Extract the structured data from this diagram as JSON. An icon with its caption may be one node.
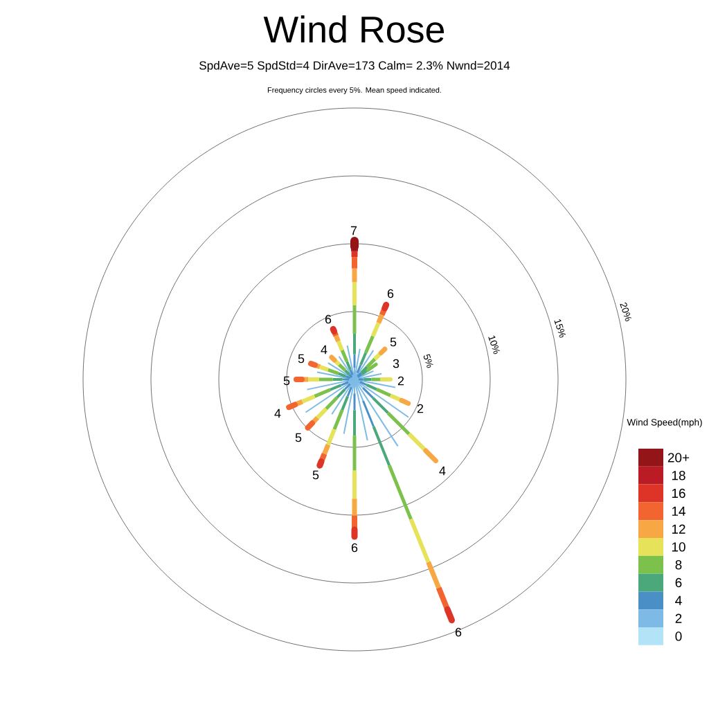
{
  "diagram": {
    "title": "Wind Rose",
    "labels": [
      "SpdAve=5  SpdStd=4  DirAve=173   Calm= 2.3%  Nwnd=2014",
      "Frequency circles every 5%. Mean speed indicated.",
      "7",
      "6",
      "6",
      "20%",
      "15%",
      "5",
      "10%",
      "4",
      "5",
      "3",
      "5%",
      "5",
      "2",
      "4",
      "2",
      "Wind Speed(mph)",
      "5",
      "4",
      "5",
      "6",
      "6"
    ],
    "legend": [
      {
        "text": "20+",
        "color": "#931518"
      },
      {
        "text": "18",
        "color": "#ba1b24"
      },
      {
        "text": "16",
        "color": "#de3427"
      },
      {
        "text": "14",
        "color": "#f26430"
      },
      {
        "text": "12",
        "color": "#f7a844"
      },
      {
        "text": "10",
        "color": "#e6e35a"
      },
      {
        "text": "8",
        "color": "#7dc14d"
      },
      {
        "text": "6",
        "color": "#4aa87a"
      },
      {
        "text": "4",
        "color": "#4a8fc6"
      },
      {
        "text": "2",
        "color": "#7dbbe6"
      },
      {
        "text": "0",
        "color": "#b3e3f7"
      }
    ]
  }
}
